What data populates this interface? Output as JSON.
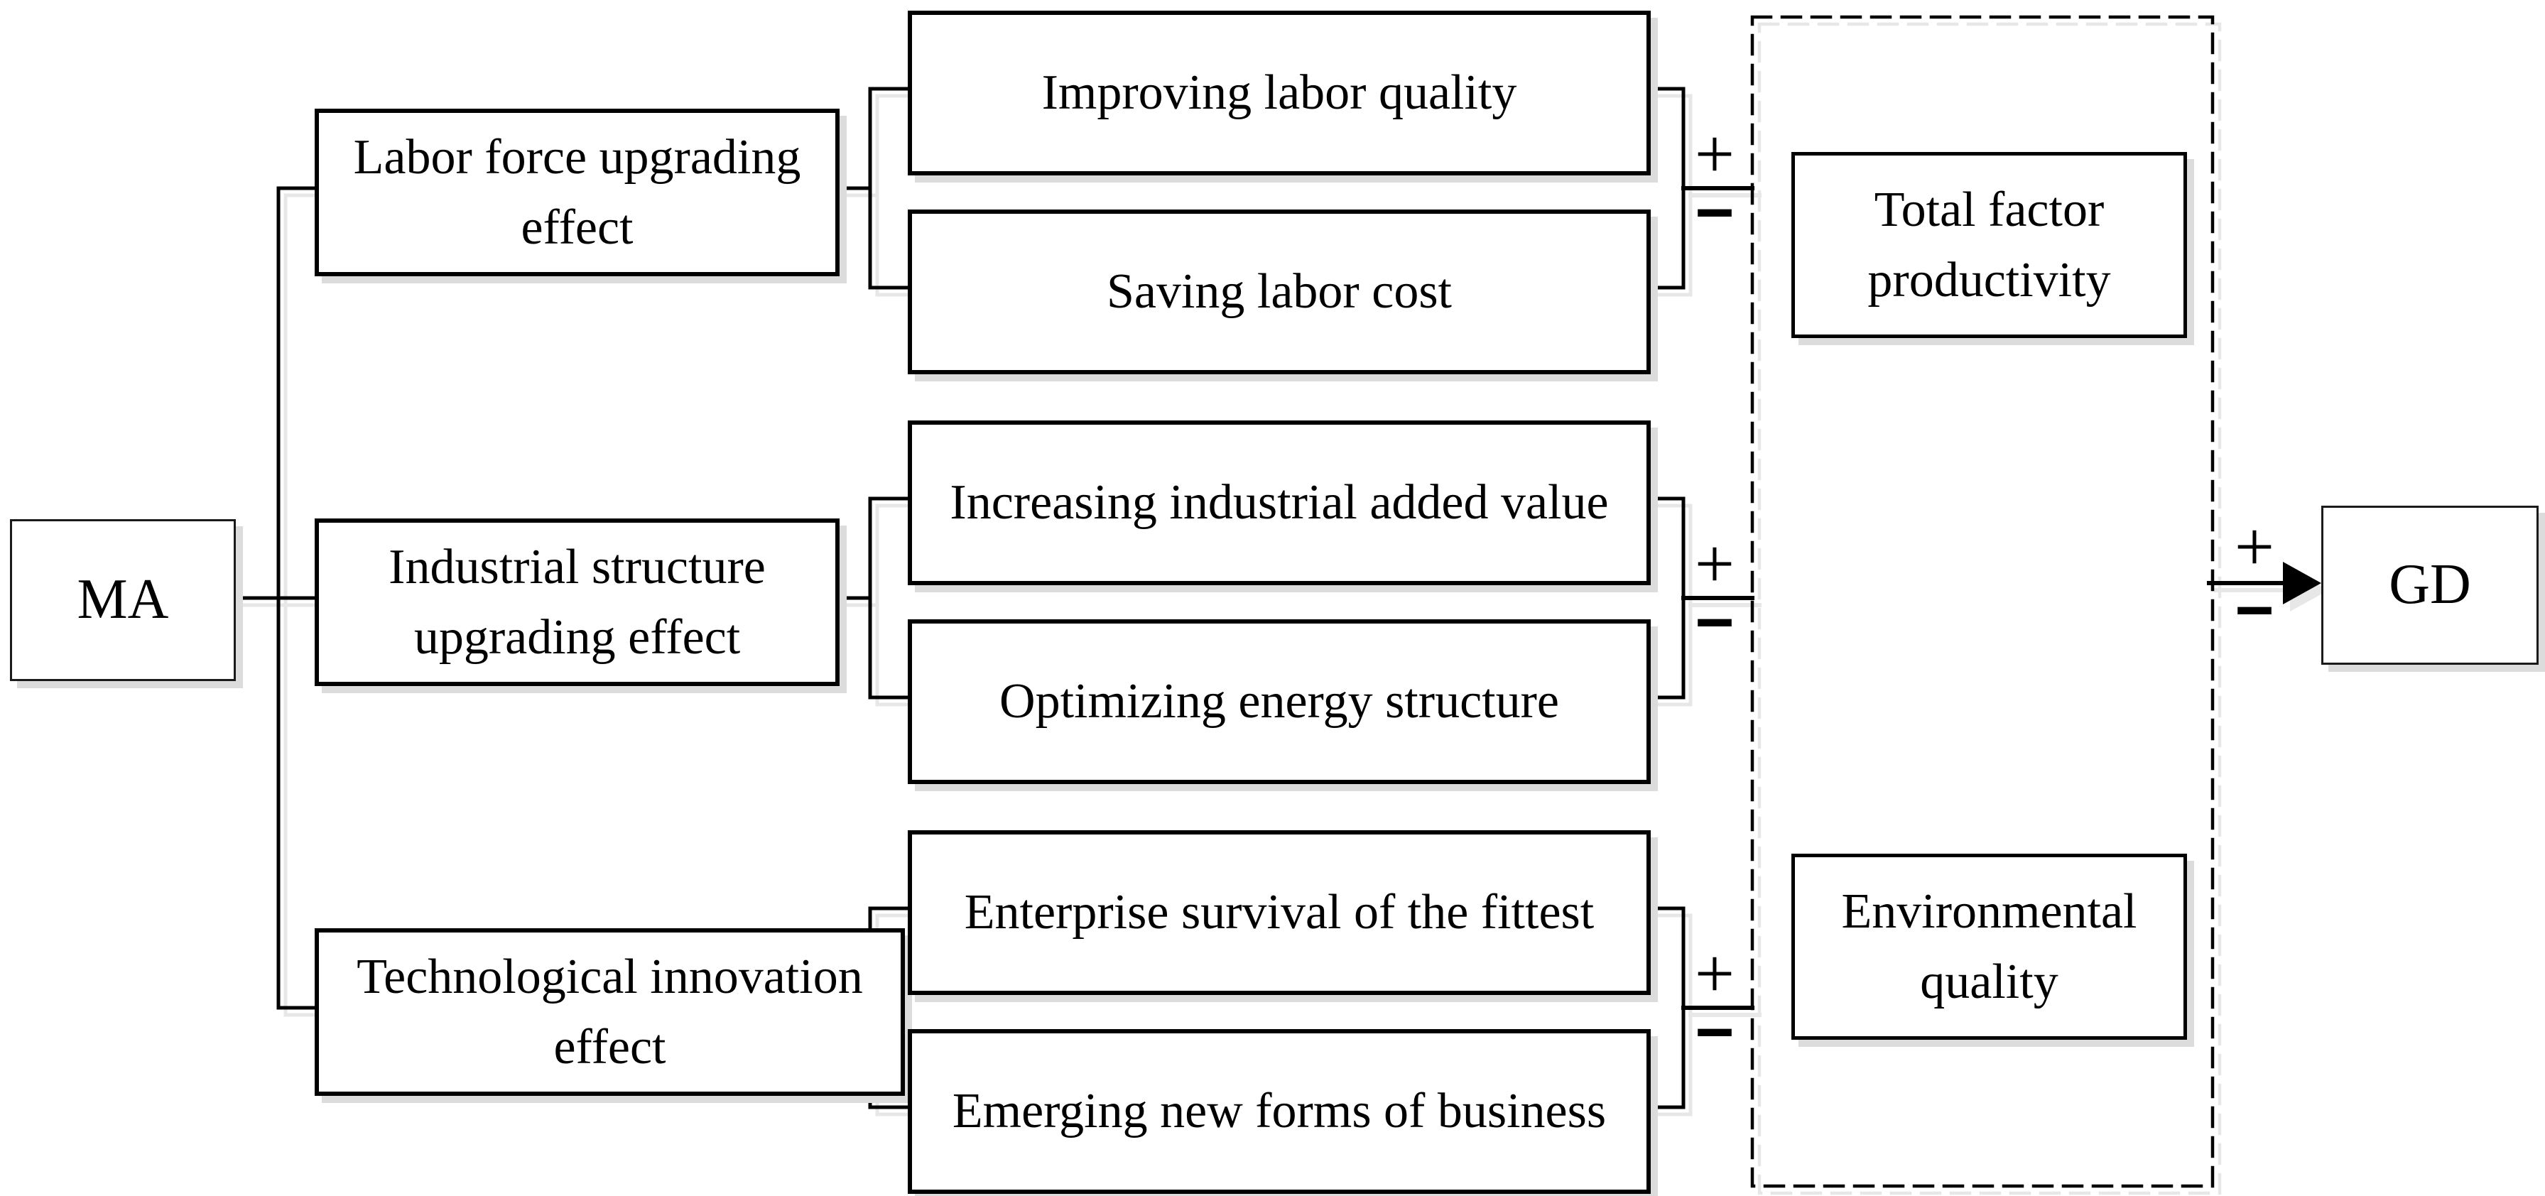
{
  "diagram": {
    "source_node": {
      "label": "MA"
    },
    "target_node": {
      "label": "GD"
    },
    "effects": [
      {
        "label": "Labor force upgrading effect",
        "mechanisms": [
          "Improving labor quality",
          "Saving labor cost"
        ]
      },
      {
        "label": "Industrial structure upgrading effect",
        "mechanisms": [
          "Increasing industrial added value",
          "Optimizing energy structure"
        ]
      },
      {
        "label": "Technological innovation effect",
        "mechanisms": [
          "Enterprise survival of the fittest",
          "Emerging new forms of business"
        ]
      }
    ],
    "outcomes": [
      {
        "label": "Total factor productivity"
      },
      {
        "label": "Environmental quality"
      }
    ],
    "signs": {
      "plus": "+",
      "minus": "−"
    },
    "colors": {
      "line": "#000000",
      "box_background": "#ffffff",
      "shadow": "#dcdcdc",
      "wire_echo": "#e7e7e7"
    }
  }
}
